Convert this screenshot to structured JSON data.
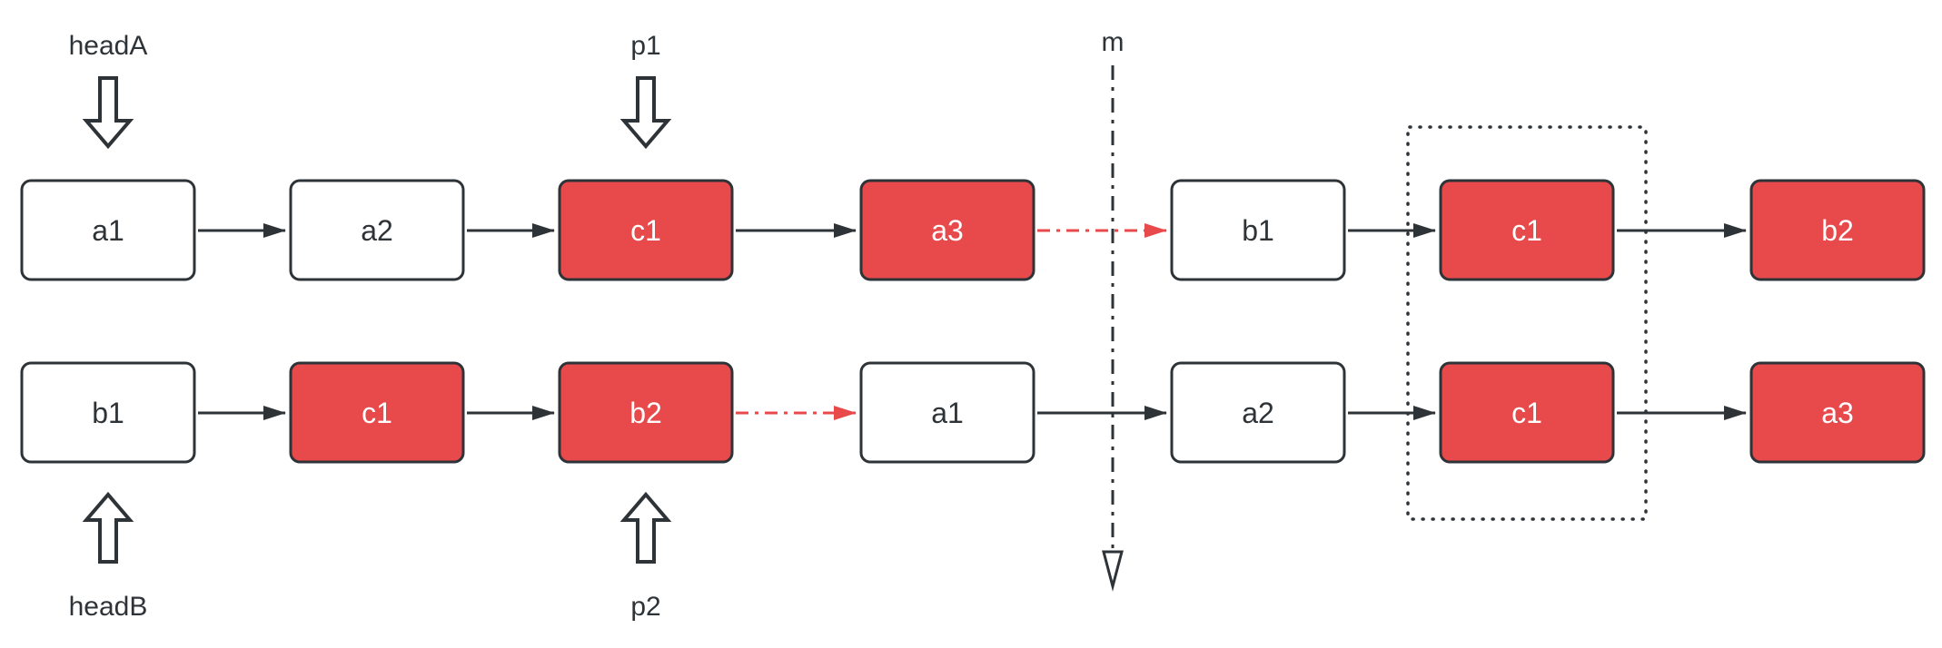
{
  "diagram_type": "two-linked-lists-intersection",
  "colors": {
    "background": "#ffffff",
    "node_fill_white": "#ffffff",
    "node_fill_red": "#e8494b",
    "stroke_dark": "#2e3338",
    "red_link": "#e8494b",
    "text_on_red": "#ffffff",
    "text_dark": "#2e3338"
  },
  "pointers": {
    "headA": "headA",
    "p1": "p1",
    "m": "m",
    "headB": "headB",
    "p2": "p2"
  },
  "lists": {
    "listA": {
      "nodes": [
        {
          "label": "a1",
          "red": false,
          "next_link": "solid"
        },
        {
          "label": "a2",
          "red": false,
          "next_link": "solid"
        },
        {
          "label": "c1",
          "red": true,
          "next_link": "solid"
        },
        {
          "label": "a3",
          "red": true,
          "next_link": "red-dash-dot"
        },
        {
          "label": "b1",
          "red": false,
          "next_link": "solid"
        },
        {
          "label": "c1",
          "red": true,
          "next_link": "solid"
        },
        {
          "label": "b2",
          "red": true,
          "next_link": null
        }
      ]
    },
    "listB": {
      "nodes": [
        {
          "label": "b1",
          "red": false,
          "next_link": "solid"
        },
        {
          "label": "c1",
          "red": true,
          "next_link": "solid"
        },
        {
          "label": "b2",
          "red": true,
          "next_link": "red-dash-dot"
        },
        {
          "label": "a1",
          "red": false,
          "next_link": "solid"
        },
        {
          "label": "a2",
          "red": false,
          "next_link": "solid"
        },
        {
          "label": "c1",
          "red": true,
          "next_link": "solid"
        },
        {
          "label": "a3",
          "red": true,
          "next_link": null
        }
      ]
    }
  }
}
